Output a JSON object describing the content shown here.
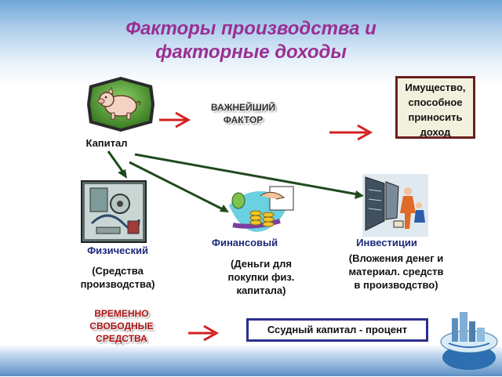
{
  "title": {
    "line1": "Факторы производства и",
    "line2": "факторные доходы"
  },
  "labels": {
    "capital": "Капитал",
    "key_factor_line1": "ВАЖНЕЙШИЙ",
    "key_factor_line2": "ФАКТОР",
    "physical": "Физический",
    "physical_desc_line1": "(Средства",
    "physical_desc_line2": "производства)",
    "financial": "Финансовый",
    "financial_desc_line1": "(Деньги для",
    "financial_desc_line2": "покупки физ.",
    "financial_desc_line3": "капитала)",
    "investments": "Инвестиции",
    "investments_desc_line1": "(Вложения денег и",
    "investments_desc_line2": "материал. средств",
    "investments_desc_line3": "в производство)",
    "temp_free_line1": "ВРЕМЕННО",
    "temp_free_line2": "СВОБОДНЫЕ",
    "temp_free_line3": "СРЕДСТВА"
  },
  "boxes": {
    "property_line1": "Имущество,",
    "property_line2": "способное",
    "property_line3": "приносить",
    "property_line4": "доход",
    "loan_capital": "Ссудный капитал - процент"
  },
  "icons": {
    "capital": "pig-icon",
    "physical": "machine-icon",
    "financial": "money-hand-icon",
    "investments": "buildings-icon",
    "decor": "city-globe-icon"
  },
  "colors": {
    "title": "#9a2f93",
    "arrow_red": "#d42020",
    "arrow_green": "#1f4a1f",
    "accent_red_text": "#b01515",
    "box_border": "#6a1f1f",
    "loan_border": "#2b2f8c"
  }
}
